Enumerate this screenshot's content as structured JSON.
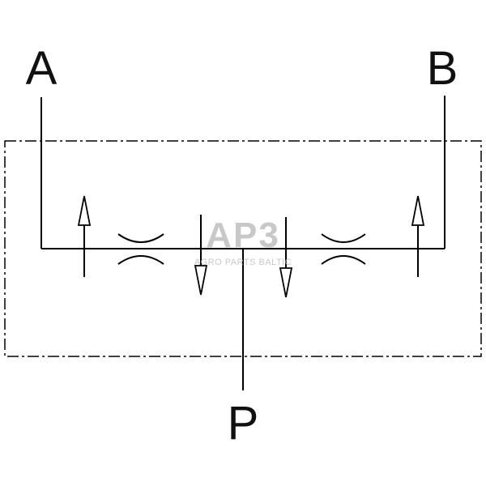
{
  "diagram": {
    "ports": {
      "a": "A",
      "b": "B",
      "p": "P"
    },
    "watermark": {
      "logo": "AP3",
      "tagline": "AGRO PARTS BALTIC"
    },
    "colors": {
      "line": "#000000",
      "background": "#ffffff",
      "watermark": "#bfbfbf"
    }
  }
}
